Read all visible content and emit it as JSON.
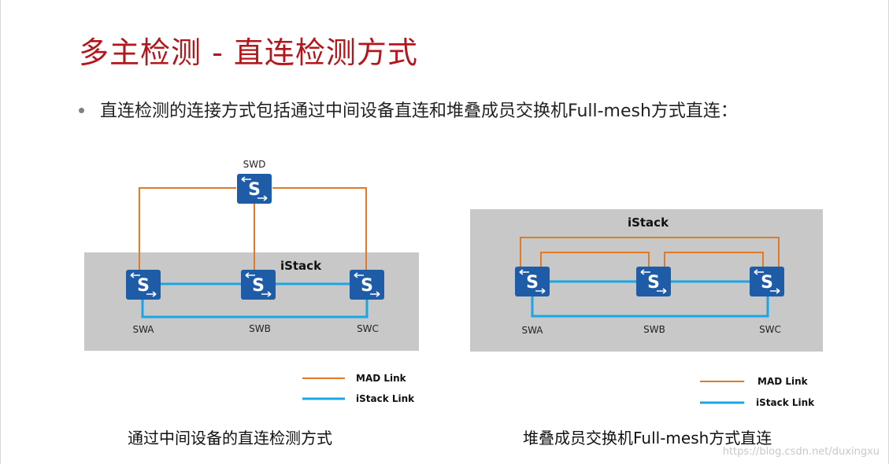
{
  "slide": {
    "title": "多主检测 - 直连检测方式",
    "bullet": "直连检测的连接方式包括通过中间设备直连和堆叠成员交换机Full-mesh方式直连："
  },
  "colors": {
    "title": "#b4161b",
    "mad_link": "#e07a27",
    "istack_link": "#19a6e6",
    "switch_fill": "#1f5ca8",
    "stack_bg": "#c8c8c8"
  },
  "switch_icon": {
    "glyph": "S",
    "name": "switch-icon"
  },
  "left_diagram": {
    "stack_label": "iStack",
    "middle_device": "SWD",
    "switches": [
      "SWA",
      "SWB",
      "SWC"
    ],
    "legend": {
      "mad": "MAD Link",
      "istack": "iStack Link"
    },
    "caption": "通过中间设备的直连检测方式"
  },
  "right_diagram": {
    "stack_label": "iStack",
    "switches": [
      "SWA",
      "SWB",
      "SWC"
    ],
    "legend": {
      "mad": "MAD Link",
      "istack": "iStack Link"
    },
    "caption": "堆叠成员交换机Full-mesh方式直连"
  },
  "watermark": "https://blog.csdn.net/duxingxu"
}
